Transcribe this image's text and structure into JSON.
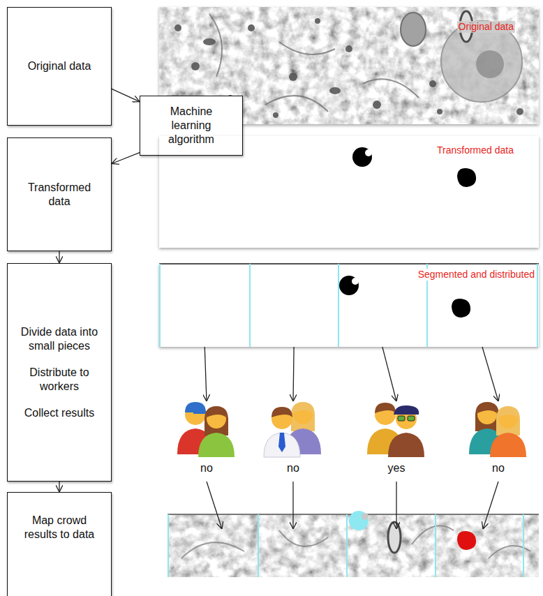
{
  "diagram": {
    "nodes": [
      {
        "text": [
          "Original data"
        ]
      },
      {
        "text": [
          "Original data"
        ]
      },
      {
        "text": [
          "Machine learning algorithm"
        ]
      },
      {
        "text": [
          "Transformed data"
        ]
      },
      {
        "text": [
          "Transformed data"
        ]
      },
      {
        "text": [
          "Divide data into small pieces",
          "Distribute to workers",
          "Collect results"
        ]
      },
      {
        "text": [
          "Segmented and distributed"
        ]
      },
      {
        "text": [
          "no"
        ]
      },
      {
        "text": [
          "no"
        ]
      },
      {
        "text": [
          "yes"
        ]
      },
      {
        "text": [
          "no"
        ]
      },
      {
        "text": [
          "Map crowd results to data"
        ]
      }
    ],
    "edges": [
      {
        "from": 0,
        "to": 2,
        "arrow": "to"
      },
      {
        "from": 2,
        "to": 3,
        "arrow": "to"
      },
      {
        "from": 3,
        "to": 5,
        "arrow": "to"
      },
      {
        "from": 5,
        "to": 11,
        "arrow": "to"
      },
      {
        "from": 6,
        "to": 7,
        "arrow": "to"
      },
      {
        "from": 6,
        "to": 8,
        "arrow": "to"
      },
      {
        "from": 6,
        "to": 9,
        "arrow": "to"
      },
      {
        "from": 6,
        "to": 10,
        "arrow": "to"
      }
    ]
  }
}
